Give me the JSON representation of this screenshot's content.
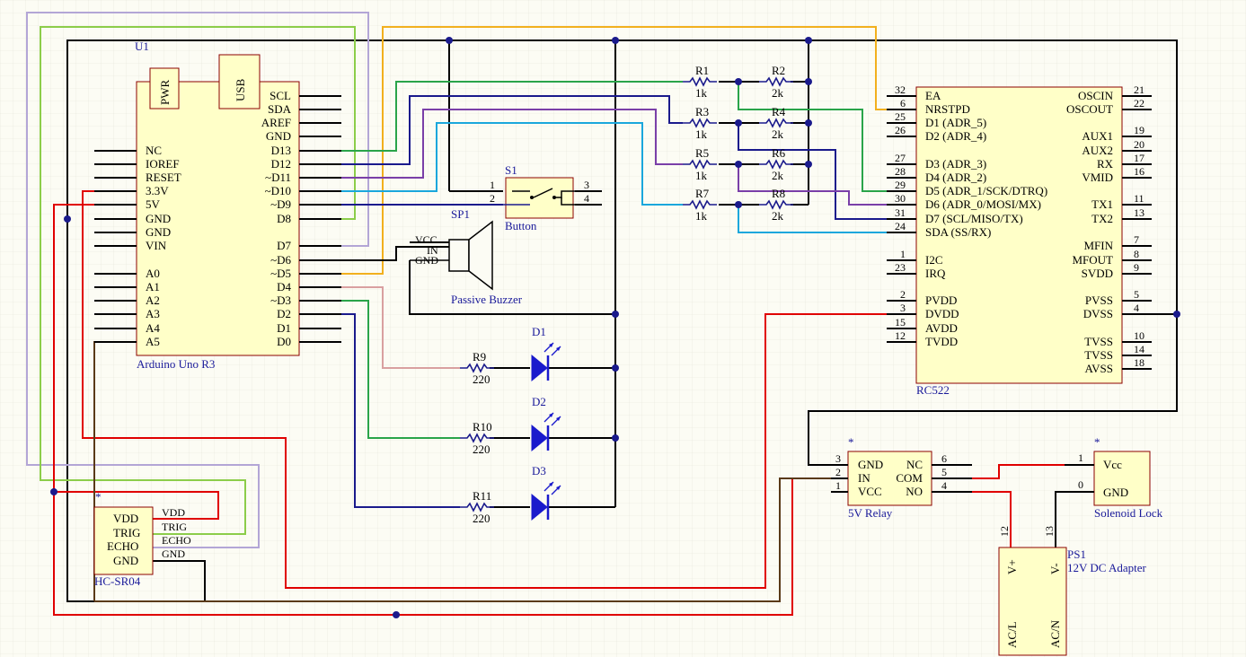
{
  "u1": {
    "ref": "U1",
    "name": "Arduino Uno R3",
    "badges": [
      "PWR",
      "USB"
    ],
    "left_pins": [
      "NC",
      "IOREF",
      "RESET",
      "3.3V",
      "5V",
      "GND",
      "GND",
      "VIN",
      "A0",
      "A1",
      "A2",
      "A3",
      "A4",
      "A5"
    ],
    "right_pins": [
      "SCL",
      "SDA",
      "AREF",
      "GND",
      "D13",
      "D12",
      "~D11",
      "~D10",
      "~D9",
      "D8",
      "D7",
      "~D6",
      "~D5",
      "D4",
      "~D3",
      "D2",
      "D1",
      "D0"
    ]
  },
  "rc522": {
    "name": "RC522",
    "left_pins": [
      {
        "num": "32",
        "label": "EA"
      },
      {
        "num": "6",
        "label": "NRSTPD"
      },
      {
        "num": "25",
        "label": "D1 (ADR_5)"
      },
      {
        "num": "26",
        "label": "D2 (ADR_4)"
      },
      {
        "num": "27",
        "label": "D3 (ADR_3)"
      },
      {
        "num": "28",
        "label": "D4 (ADR_2)"
      },
      {
        "num": "29",
        "label": "D5 (ADR_1/SCK/DTRQ)"
      },
      {
        "num": "30",
        "label": "D6 (ADR_0/MOSI/MX)"
      },
      {
        "num": "31",
        "label": "D7 (SCL/MISO/TX)"
      },
      {
        "num": "24",
        "label": "SDA (SS/RX)"
      },
      {
        "num": "1",
        "label": "I2C"
      },
      {
        "num": "23",
        "label": "IRQ"
      },
      {
        "num": "2",
        "label": "PVDD"
      },
      {
        "num": "3",
        "label": "DVDD"
      },
      {
        "num": "15",
        "label": "AVDD"
      },
      {
        "num": "12",
        "label": "TVDD"
      }
    ],
    "right_pins": [
      {
        "num": "21",
        "label": "OSCIN"
      },
      {
        "num": "22",
        "label": "OSCOUT"
      },
      {
        "num": "19",
        "label": "AUX1"
      },
      {
        "num": "20",
        "label": "AUX2"
      },
      {
        "num": "17",
        "label": "RX"
      },
      {
        "num": "16",
        "label": "VMID"
      },
      {
        "num": "11",
        "label": "TX1"
      },
      {
        "num": "13",
        "label": "TX2"
      },
      {
        "num": "7",
        "label": "MFIN"
      },
      {
        "num": "8",
        "label": "MFOUT"
      },
      {
        "num": "9",
        "label": "SVDD"
      },
      {
        "num": "5",
        "label": "PVSS"
      },
      {
        "num": "4",
        "label": "DVSS"
      },
      {
        "num": "10",
        "label": "TVSS"
      },
      {
        "num": "14",
        "label": "TVSS"
      },
      {
        "num": "18",
        "label": "AVSS"
      }
    ]
  },
  "resistors": [
    {
      "ref": "R1",
      "value": "1k"
    },
    {
      "ref": "R2",
      "value": "2k"
    },
    {
      "ref": "R3",
      "value": "1k"
    },
    {
      "ref": "R4",
      "value": "2k"
    },
    {
      "ref": "R5",
      "value": "1k"
    },
    {
      "ref": "R6",
      "value": "2k"
    },
    {
      "ref": "R7",
      "value": "1k"
    },
    {
      "ref": "R8",
      "value": "2k"
    },
    {
      "ref": "R9",
      "value": "220"
    },
    {
      "ref": "R10",
      "value": "220"
    },
    {
      "ref": "R11",
      "value": "220"
    }
  ],
  "s1": {
    "ref": "S1",
    "name": "Button",
    "pins": [
      "1",
      "2",
      "3",
      "4"
    ]
  },
  "sp1": {
    "ref": "SP1",
    "name": "Passive Buzzer",
    "pins": [
      "VCC",
      "IN",
      "GND"
    ]
  },
  "leds": [
    "D1",
    "D2",
    "D3"
  ],
  "hcsr04": {
    "name": "HC-SR04",
    "star": "*",
    "pins": [
      "VDD",
      "TRIG",
      "ECHO",
      "GND"
    ]
  },
  "relay": {
    "name": "5V Relay",
    "star": "*",
    "left_pins": [
      {
        "num": "3",
        "label": "GND"
      },
      {
        "num": "2",
        "label": "IN"
      },
      {
        "num": "1",
        "label": "VCC"
      }
    ],
    "right_pins": [
      {
        "num": "6",
        "label": "NC"
      },
      {
        "num": "5",
        "label": "COM"
      },
      {
        "num": "4",
        "label": "NO"
      }
    ]
  },
  "lock": {
    "name": "Solenoid Lock",
    "star": "*",
    "pins": [
      {
        "num": "1",
        "label": "Vcc"
      },
      {
        "num": "0",
        "label": "GND"
      }
    ]
  },
  "ps1": {
    "ref": "PS1",
    "name": "12V DC Adapter",
    "pins": [
      {
        "num": "12",
        "label": "V+"
      },
      {
        "num": "13",
        "label": "V-"
      }
    ],
    "bottom": [
      "AC/L",
      "AC/N"
    ]
  },
  "colors": {
    "red": "#e00000",
    "green": "#2aa44a",
    "lime": "#8ccd4a",
    "purple": "#7a3fa8",
    "lavender": "#b3a6d6",
    "navy": "#1a1a8c",
    "cyan": "#1aa7dc",
    "orange": "#f2b01e",
    "brown": "#5a3a18",
    "pink": "#d9a0a0",
    "black": "#000000"
  }
}
